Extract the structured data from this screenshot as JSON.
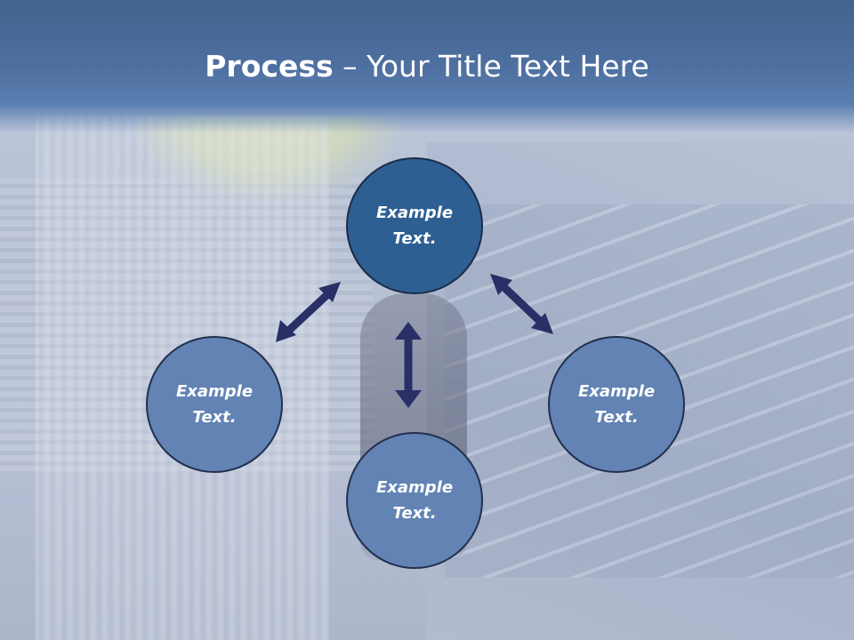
{
  "title": {
    "bold": "Process",
    "rest": " – Your Title Text Here"
  },
  "nodes": [
    {
      "id": "top",
      "line1": "Example",
      "line2": "Text."
    },
    {
      "id": "left",
      "line1": "Example",
      "line2": "Text."
    },
    {
      "id": "right",
      "line1": "Example",
      "line2": "Text."
    },
    {
      "id": "bottom",
      "line1": "Example",
      "line2": "Text."
    }
  ],
  "colors": {
    "title_bar": "#4e70a0",
    "center_circle": "#2d5f93",
    "outer_circle": "#6283b4",
    "arrow": "#2a2f66"
  }
}
